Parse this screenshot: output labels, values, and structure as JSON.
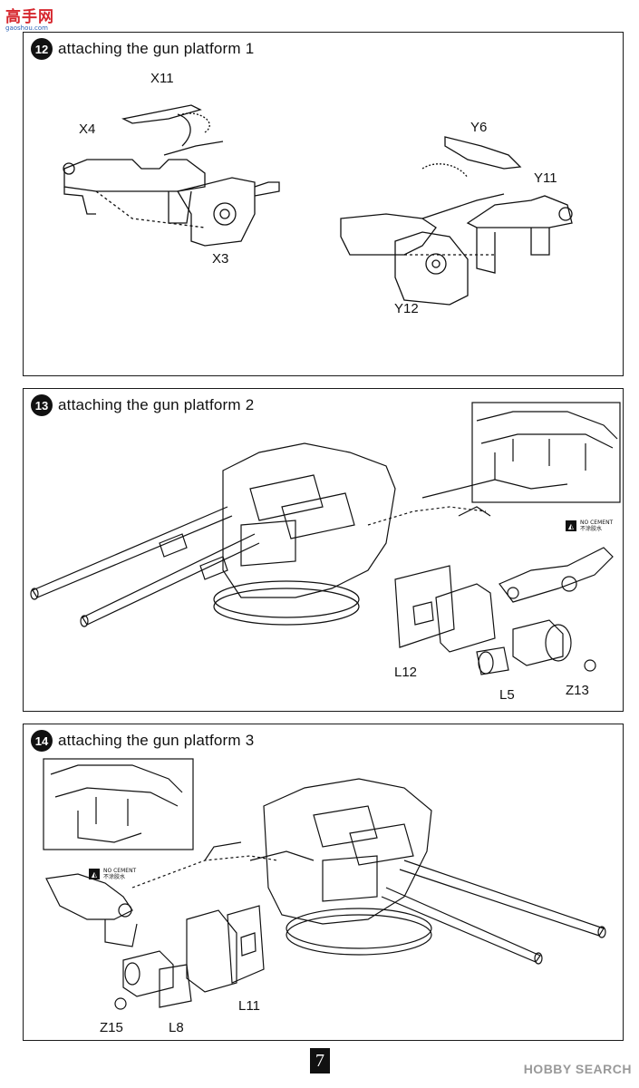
{
  "watermark": {
    "site_name": "高手网",
    "site_url": "gaoshou.com"
  },
  "steps": [
    {
      "number": "12",
      "title": "attaching the gun platform 1",
      "part_labels": [
        "X11",
        "X4",
        "X3",
        "Y6",
        "Y11",
        "Y12"
      ]
    },
    {
      "number": "13",
      "title": "attaching the gun platform 2",
      "note": {
        "en": "NO CEMENT",
        "zh": "不涂胶水"
      },
      "part_labels": [
        "L12",
        "L5",
        "Z13"
      ]
    },
    {
      "number": "14",
      "title": "attaching the gun platform 3",
      "note": {
        "en": "NO CEMENT",
        "zh": "不涂胶水"
      },
      "part_labels": [
        "L11",
        "Z15",
        "L8"
      ]
    }
  ],
  "page_number": "7",
  "brand": "HOBBY SEARCH",
  "colors": {
    "ink": "#111111",
    "frame": "#1a1a1a",
    "logo_red": "#d6262d",
    "logo_blue": "#2b62b8",
    "brand_gray": "#999999"
  }
}
